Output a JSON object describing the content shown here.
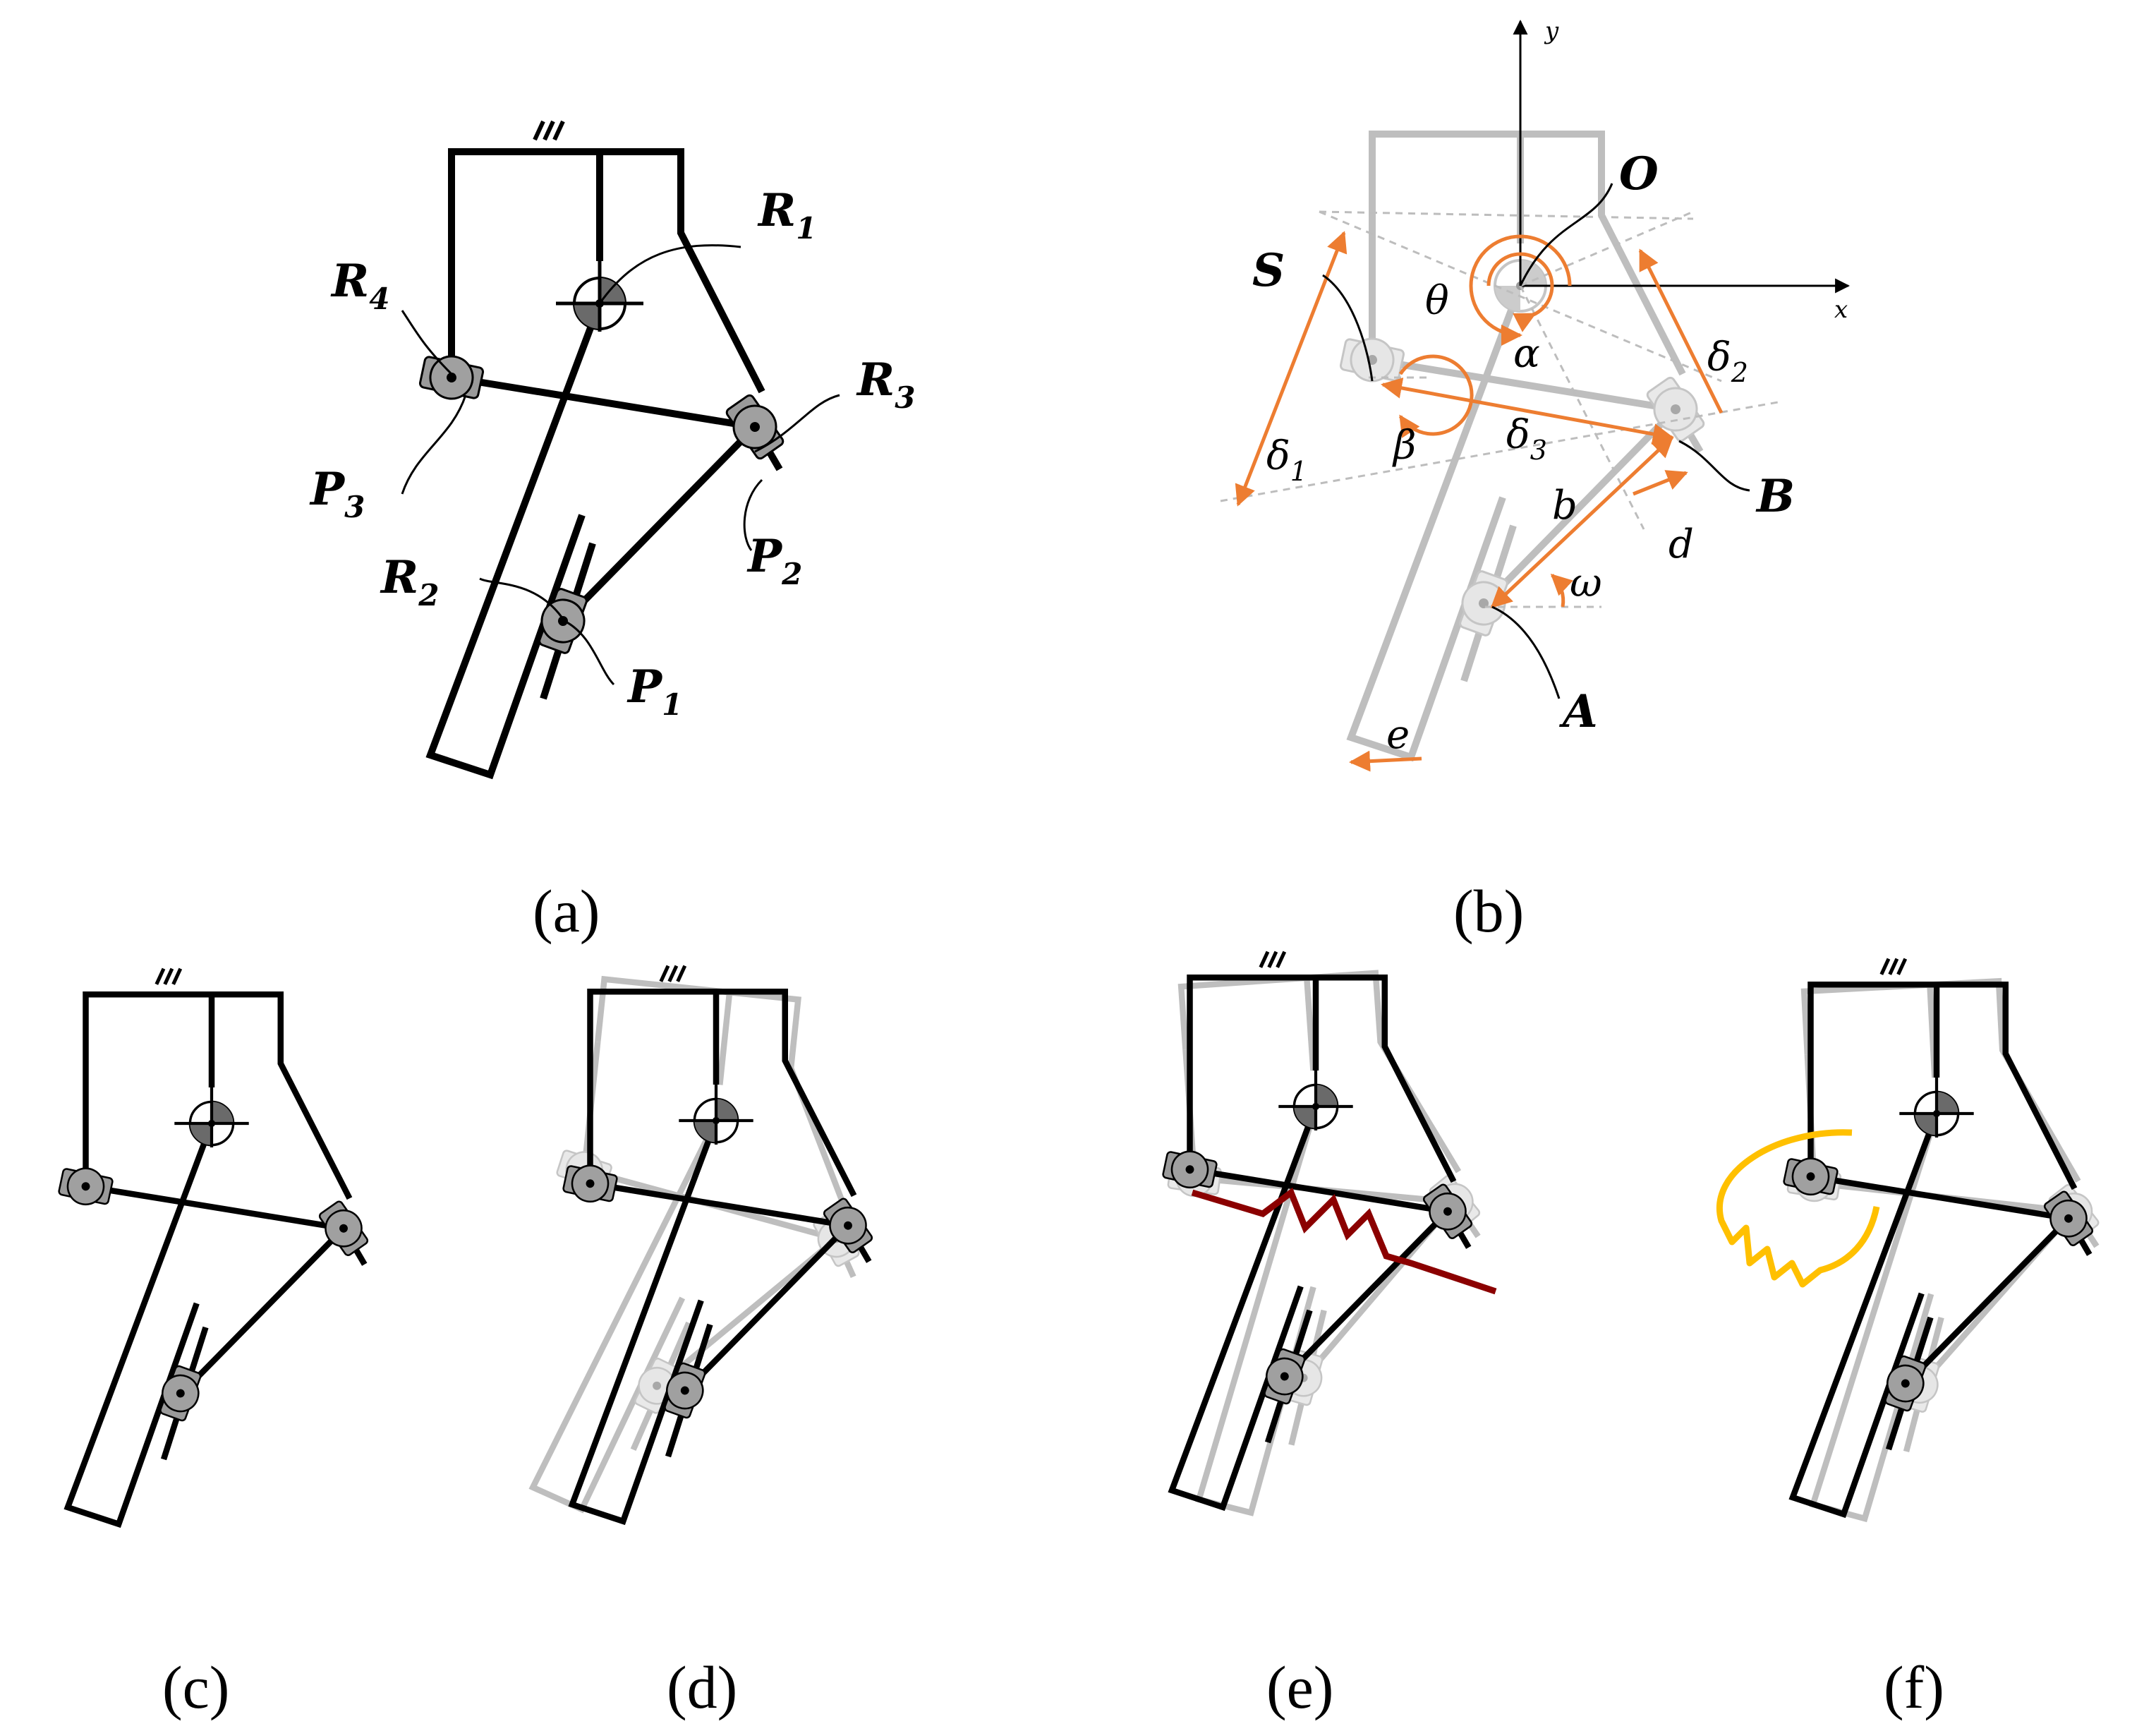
{
  "panel_a": {
    "caption": "(a)",
    "labels": {
      "R1": "R",
      "R1_sub": "1",
      "R2": "R",
      "R2_sub": "2",
      "R3": "R",
      "R3_sub": "3",
      "R4": "R",
      "R4_sub": "4",
      "P1": "P",
      "P1_sub": "1",
      "P2": "P",
      "P2_sub": "2",
      "P3": "P",
      "P3_sub": "3"
    }
  },
  "panel_b": {
    "caption": "(b)",
    "labels": {
      "O": "O",
      "S": "S",
      "A": "A",
      "B": "B",
      "theta": "θ",
      "alpha": "α",
      "beta": "β",
      "omega": "ω",
      "delta1": "δ",
      "delta1_sub": "1",
      "delta2": "δ",
      "delta2_sub": "2",
      "delta3": "δ",
      "delta3_sub": "3",
      "b": "b",
      "d": "d",
      "e": "e",
      "x": "x",
      "y": "y"
    }
  },
  "panel_c": {
    "caption": "(c)"
  },
  "panel_d": {
    "caption": "(d)"
  },
  "panel_e": {
    "caption": "(e)"
  },
  "panel_f": {
    "caption": "(f)"
  },
  "colors": {
    "link": "#000000",
    "ghost": "#a6a6a6",
    "dimension": "#ed7d31",
    "spring": "#8b0000",
    "torsion_spring": "#ffc000",
    "joint": "#a0a0a0"
  }
}
